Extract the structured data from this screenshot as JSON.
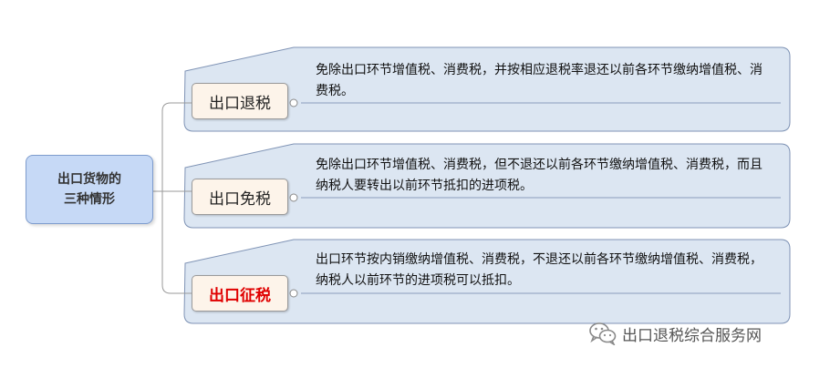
{
  "root": {
    "line1": "出口货物的",
    "line2": "三种情形"
  },
  "branches": [
    {
      "label": "出口退税",
      "text": "免除出口环节增值税、消费税，并按相应退税率退还以前各环节缴纳增值税、消费税。",
      "highlight": false
    },
    {
      "label": "出口免税",
      "text": "免除出口环节增值税、消费税，但不退还以前各环节缴纳增值税、消费税，而且纳税人要转出以前环节抵扣的进项税。",
      "highlight": true
    },
    {
      "label": "出口征税",
      "text": "出口环节按内销缴纳增值税、消费税，不退还以前各环节缴纳增值税、消费税，纳税人以前环节的进项税可以抵扣。",
      "highlight": false
    }
  ],
  "colors": {
    "root_fill": "#c6d9f6",
    "panel_fill": "#dce6f2",
    "panel_border": "#7f93b5",
    "label_fill": "#fdf4ea",
    "highlight": "#e00000"
  },
  "watermark": {
    "icon": "wechat-icon",
    "text": "出口退税综合服务网"
  }
}
